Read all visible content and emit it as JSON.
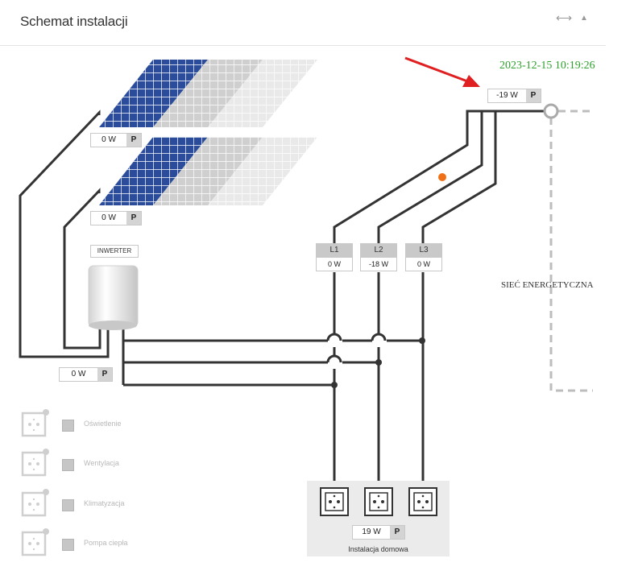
{
  "header": {
    "title": "Schemat instalacji",
    "resize_icon": "resize-horizontal-icon",
    "collapse_icon": "collapse-up-icon"
  },
  "timestamp": "2023-12-15 10:19:26",
  "panels": [
    {
      "power": "0 W",
      "p_label": "P"
    },
    {
      "power": "0 W",
      "p_label": "P"
    }
  ],
  "inverter": {
    "label": "INWERTER",
    "power": "0 W",
    "p_label": "P"
  },
  "grid": {
    "label": "SIEĆ ENERGETYCZNA",
    "power": "-19 W",
    "p_label": "P"
  },
  "phases": [
    {
      "name": "L1",
      "power": "0 W"
    },
    {
      "name": "L2",
      "power": "-18 W"
    },
    {
      "name": "L3",
      "power": "0 W"
    }
  ],
  "home": {
    "label": "Instalacja domowa",
    "power": "19 W",
    "p_label": "P",
    "outlets": [
      "socket-icon",
      "socket-icon",
      "socket-icon"
    ]
  },
  "devices": [
    {
      "label": "Oświetlenie"
    },
    {
      "label": "Wentylacja"
    },
    {
      "label": "Klimatyzacja"
    },
    {
      "label": "Pompa ciepła"
    }
  ],
  "colors": {
    "wire": "#333333",
    "timestamp": "#2ea02e",
    "arrow": "#e02020",
    "flow_dot": "#f07018",
    "panel_blue": "#2b4c9a",
    "grid_line": "#bdbdbd"
  }
}
